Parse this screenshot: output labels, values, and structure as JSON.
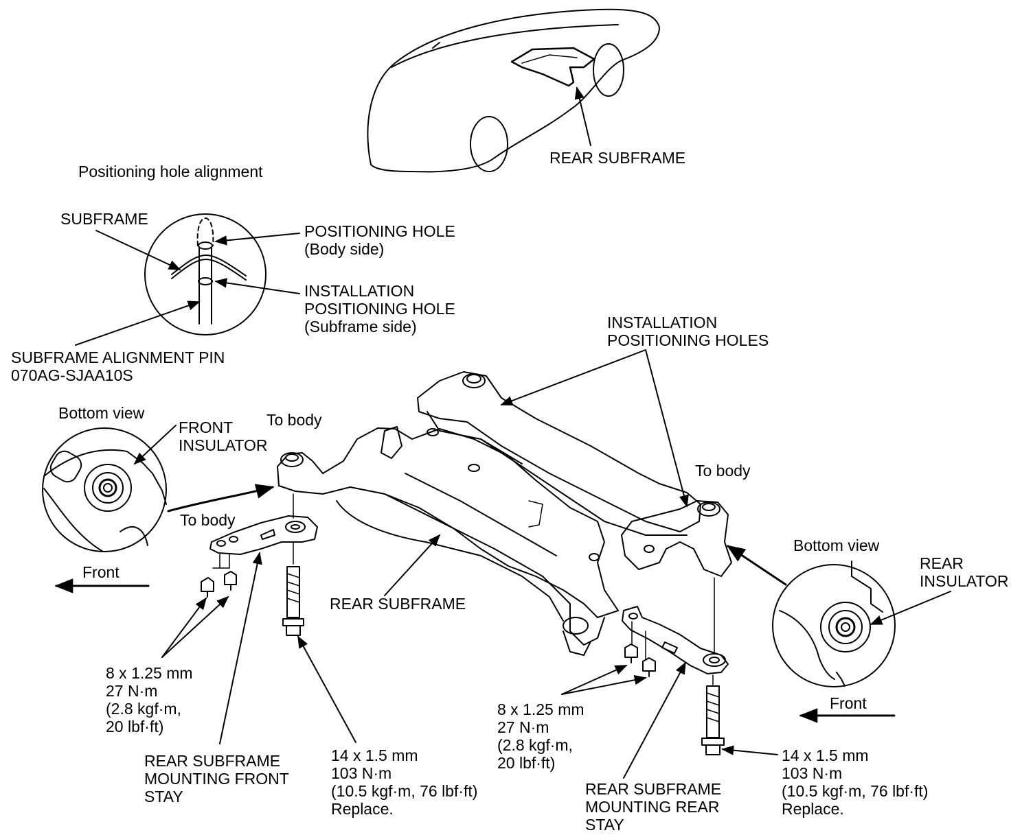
{
  "labels": {
    "rear_subframe_top": "REAR SUBFRAME",
    "positioning_hole_alignment": "Positioning hole alignment",
    "subframe": "SUBFRAME",
    "positioning_hole": "POSITIONING HOLE",
    "body_side": "(Body side)",
    "installation": "INSTALLATION",
    "positioning_hole_2": "POSITIONING HOLE",
    "subframe_side": "(Subframe side)",
    "alignment_pin": "SUBFRAME ALIGNMENT PIN",
    "alignment_pin_part": "070AG-SJAA10S",
    "installation_2": "INSTALLATION",
    "positioning_holes": "POSITIONING HOLES",
    "bottom_view_left": "Bottom view",
    "front_insulator_1": "FRONT",
    "front_insulator_2": "INSULATOR",
    "to_body_1": "To body",
    "to_body_2": "To body",
    "to_body_3": "To body",
    "front_left": "Front",
    "rear_subframe_mid": "REAR SUBFRAME",
    "bottom_view_right": "Bottom view",
    "rear_insulator_1": "REAR",
    "rear_insulator_2": "INSULATOR",
    "front_right": "Front",
    "bolt8_left_1": "8 x 1.25 mm",
    "bolt8_left_2": "27 N·m",
    "bolt8_left_3": "(2.8 kgf·m,",
    "bolt8_left_4": "20 lbf·ft)",
    "front_stay_1": "REAR SUBFRAME",
    "front_stay_2": "MOUNTING FRONT",
    "front_stay_3": "STAY",
    "bolt14_left_1": "14 x 1.5 mm",
    "bolt14_left_2": "103 N·m",
    "bolt14_left_3": "(10.5 kgf·m, 76 lbf·ft)",
    "bolt14_left_4": "Replace.",
    "bolt8_right_1": "8 x 1.25 mm",
    "bolt8_right_2": "27 N·m",
    "bolt8_right_3": "(2.8 kgf·m,",
    "bolt8_right_4": "20 lbf·ft)",
    "rear_stay_1": "REAR SUBFRAME",
    "rear_stay_2": "MOUNTING REAR",
    "rear_stay_3": "STAY",
    "bolt14_right_1": "14 x 1.5 mm",
    "bolt14_right_2": "103 N·m",
    "bolt14_right_3": "(10.5 kgf·m, 76 lbf·ft)",
    "bolt14_right_4": "Replace."
  }
}
